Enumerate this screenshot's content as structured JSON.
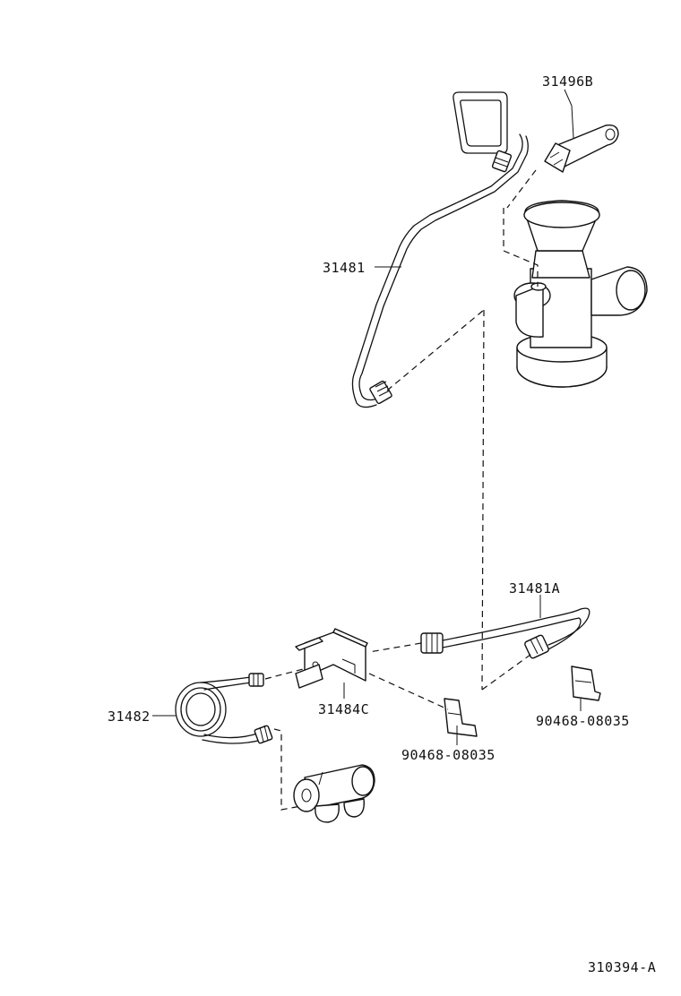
{
  "diagram": {
    "parts": [
      {
        "key": "p31496B",
        "number": "31496B"
      },
      {
        "key": "p31481",
        "number": "31481"
      },
      {
        "key": "p31481A",
        "number": "31481A"
      },
      {
        "key": "p31484C",
        "number": "31484C"
      },
      {
        "key": "p31482",
        "number": "31482"
      },
      {
        "key": "p90468a",
        "number": "90468-08035"
      },
      {
        "key": "p90468b",
        "number": "90468-08035"
      }
    ],
    "reference": "310394-A"
  }
}
